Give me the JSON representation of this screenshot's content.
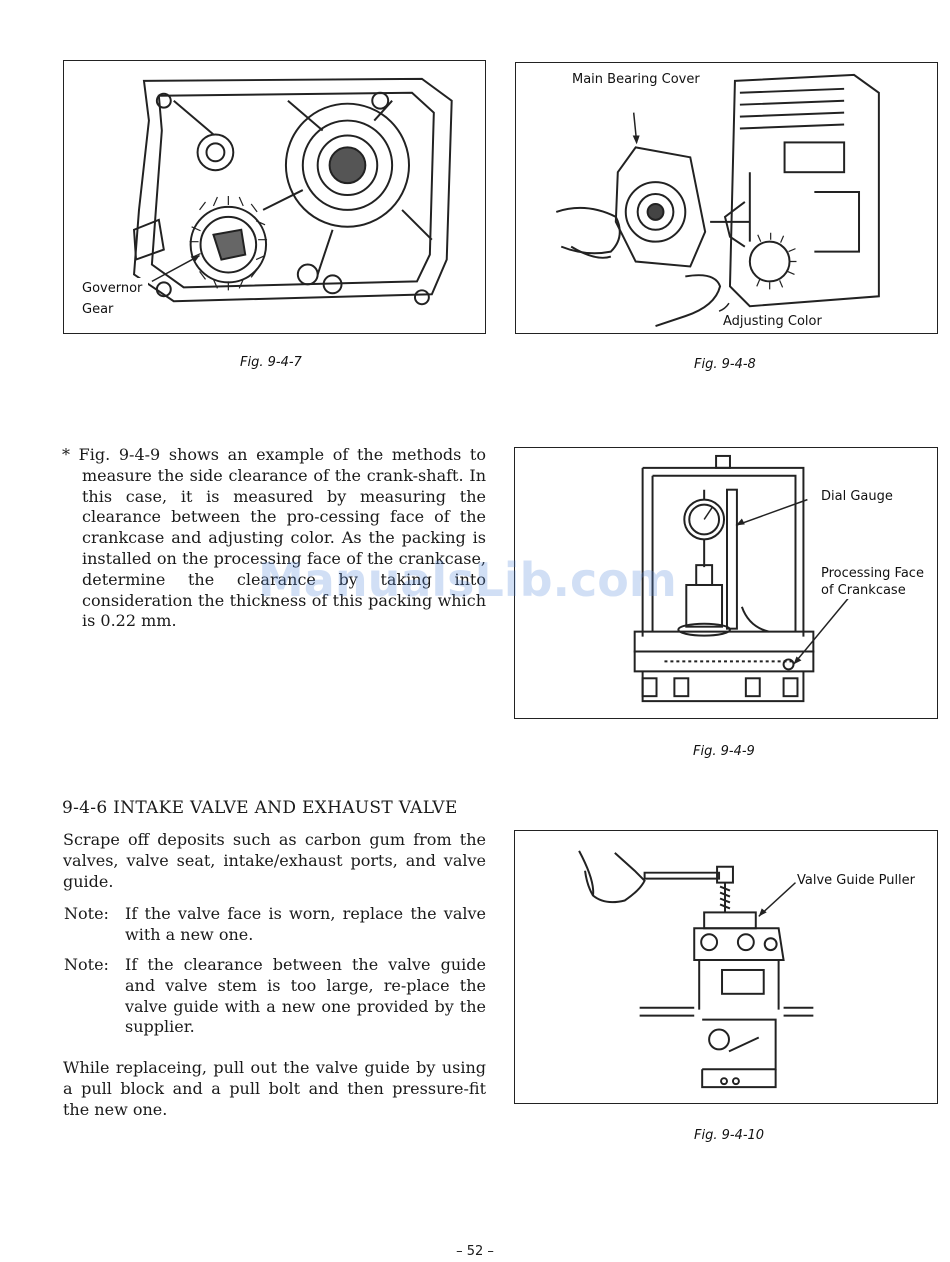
{
  "figures": {
    "fig947": {
      "caption": "Fig. 9-4-7",
      "labels": {
        "governor": "Governor Gear"
      }
    },
    "fig948": {
      "caption": "Fig. 9-4-8",
      "labels": {
        "main_bearing": "Main Bearing Cover",
        "adjusting": "Adjusting Color"
      }
    },
    "fig949": {
      "caption": "Fig. 9-4-9",
      "labels": {
        "dial_gauge": "Dial Gauge",
        "processing_face": "Processing Face",
        "of_crankcase": "of Crankcase"
      }
    },
    "fig9410": {
      "caption": "Fig. 9-4-10",
      "labels": {
        "valve_guide_puller": "Valve Guide Puller"
      }
    }
  },
  "paragraphs": {
    "side_clearance": "* Fig. 9-4-9 shows an example of the methods to measure the side clearance of the crank-shaft. In this case, it is measured by measuring the clearance between the pro-cessing face of the crankcase and adjusting color. As the packing is installed on the processing face of the crankcase, determine the clearance by taking into consideration the thickness of this packing which is 0.22 mm."
  },
  "section": {
    "heading": "9-4-6   INTAKE VALVE AND EXHAUST VALVE",
    "intro": "Scrape off deposits such as carbon gum from the valves, valve seat, intake/exhaust ports, and valve guide.",
    "note1_label": "Note:",
    "note1_text": "If the valve face is worn, replace the valve with a new one.",
    "note2_label": "Note:",
    "note2_text": "If the clearance between the valve guide and valve stem is too large, re-place the valve guide with a new one provided by the supplier.",
    "closing": "While replaceing, pull out the valve guide by using a pull block and a pull bolt and then pressure-fit the new one."
  },
  "watermark": "ManualsLib.com",
  "page_number": "– 52 –"
}
